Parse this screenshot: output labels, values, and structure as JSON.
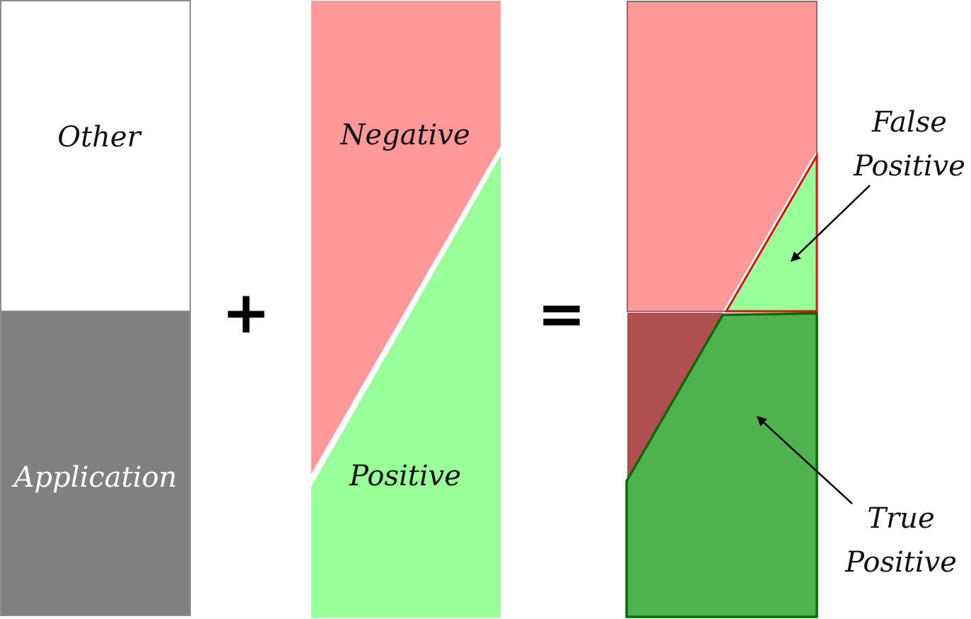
{
  "diagram": {
    "colors": {
      "other_fill": "#ffffff",
      "application_fill": "#808080",
      "panel_stroke": "#8c8c8c",
      "negative_fill": "#ff9999",
      "positive_fill": "#99ff99",
      "result_dark_red": "#b04f4f",
      "true_positive_fill": "#4eb34e",
      "true_positive_stroke": "#0a6a0a",
      "false_positive_stroke": "#dd1111",
      "top_result_stroke": "#9a6767"
    },
    "panel_population": {
      "top_label": "Other",
      "bottom_label": "Application"
    },
    "operator_plus": "+",
    "panel_classifier": {
      "top_label": "Negative",
      "bottom_label": "Positive"
    },
    "operator_equals": "=",
    "panel_result": {
      "false_positive_label": {
        "line1": "False",
        "line2": "Positive"
      },
      "true_positive_label": {
        "line1": "True",
        "line2": "Positive"
      }
    },
    "icons": {
      "false_positive_pointer": "arrow-icon",
      "true_positive_pointer": "arrow-icon"
    }
  }
}
